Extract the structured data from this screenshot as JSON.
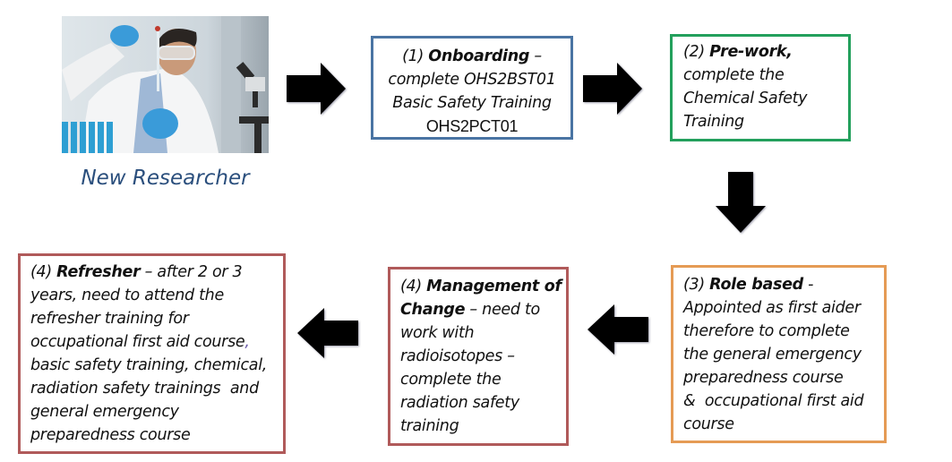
{
  "researcher": {
    "photo_alt": "Scientist in lab coat with pipette and test tubes",
    "caption": "New Researcher"
  },
  "colors": {
    "step1_border": "#4a74a3",
    "step2_border": "#23a05c",
    "step3_border": "#e59b55",
    "step4_border": "#b05a5a",
    "caption": "#2b4f7d"
  },
  "steps": {
    "onboarding": {
      "number": "(1)",
      "title": "Onboarding",
      "dash": " –",
      "line2": "complete OHS2BST01",
      "line3": "Basic Safety Training",
      "line4": "OHS2PCT01"
    },
    "prework": {
      "number": "(2)",
      "title": "Pre-work,",
      "line2": "complete the",
      "line3": "Chemical Safety",
      "line4": "Training"
    },
    "role_based": {
      "number": "(3)",
      "title": "Role based",
      "dash": " -",
      "lines": [
        "Appointed as first aider",
        "therefore to complete",
        "the general emergency",
        "preparedness course",
        "&  occupational first aid",
        "course"
      ]
    },
    "management_of_change": {
      "number": "(4)",
      "title_line1": "Management of",
      "title_line2": "Change",
      "rest_line2": " – need to",
      "lines": [
        "work with",
        "radioisotopes –",
        "complete the",
        "radiation safety",
        "training"
      ]
    },
    "refresher": {
      "number": "(4)",
      "title": "Refresher",
      "rest_line1": " – after 2 or 3",
      "lines": [
        "years, need to attend the",
        "refresher training for"
      ],
      "line4": "occupational first aid course",
      "line4_comma": ",",
      "lines_after": [
        "basic safety training, chemical,",
        "radiation safety trainings  and",
        "general emergency",
        "preparedness course"
      ]
    }
  },
  "arrows": [
    {
      "name": "researcher-to-onboarding",
      "direction": "right"
    },
    {
      "name": "onboarding-to-prework",
      "direction": "right"
    },
    {
      "name": "prework-to-role-based",
      "direction": "down"
    },
    {
      "name": "role-based-to-management",
      "direction": "left"
    },
    {
      "name": "management-to-refresher",
      "direction": "left"
    }
  ]
}
